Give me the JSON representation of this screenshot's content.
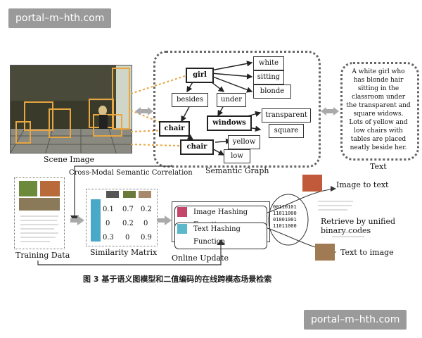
{
  "watermark_top": "portal–m–hth.com",
  "watermark_bottom": "portal–m–hth.com",
  "scene_label": "Scene Image",
  "semantic_graph_label": "Semantic Graph",
  "text_label": "Text",
  "graph_nodes": {
    "girl": "girl",
    "white": "white",
    "sitting": "sitting",
    "blonde": "blonde",
    "besides": "besides",
    "under": "under",
    "chair1": "chair",
    "windows": "windows",
    "transparent": "transparent",
    "square": "square",
    "chair2": "chair",
    "yellow": "yellow",
    "low": "low"
  },
  "text_paragraph": "A white girl who has blonde hair sitting in the classroom under the transparent and square widows. Lots of yellow and low chairs with tables are placed neatly beside her.",
  "cross_modal_label": "Cross-Modal Semantic Correlation",
  "training_data_label": "Training Data",
  "similarity_matrix_label": "Similarity Matrix",
  "matrix_values": [
    [
      "0.1",
      "0.7",
      "0.2"
    ],
    [
      "0",
      "0.2",
      "0"
    ],
    [
      "0.3",
      "0",
      "0.9"
    ]
  ],
  "image_hash_label": "Image Hashing Function",
  "text_hash_label": "Text Hashing Function",
  "online_update_label": "Online Update",
  "binary_codes": [
    "00110101",
    "11011000",
    "01001001",
    "11011000"
  ],
  "image_to_text_label": "Image to text",
  "retrieve_label": "Retrieve by unified binary codes",
  "text_to_image_label": "Text to image",
  "caption": "图 3  基于语义图模型和二值编码的在线跨模态场景检索"
}
